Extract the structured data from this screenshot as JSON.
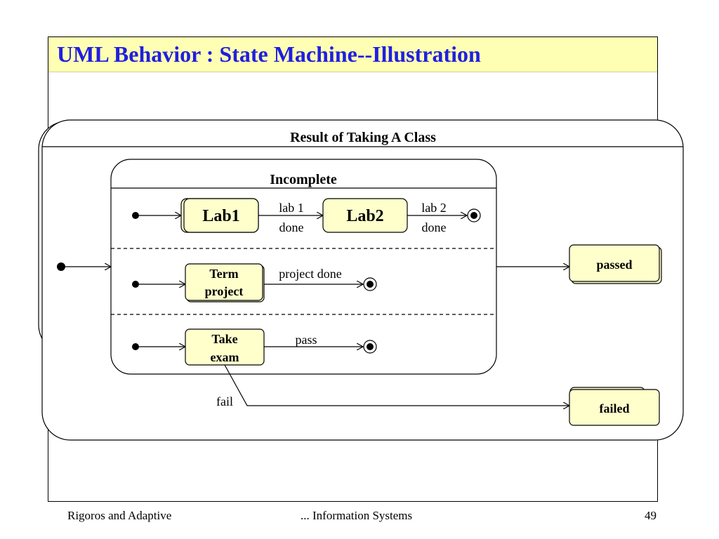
{
  "slide": {
    "title": "UML Behavior : State Machine--Illustration"
  },
  "diagram": {
    "outer_state": {
      "name": "Result of Taking A Class"
    },
    "composite_state": {
      "name": "Incomplete"
    },
    "states": {
      "lab1": "Lab1",
      "lab2": "Lab2",
      "term_project_line1": "Term",
      "term_project_line2": "project",
      "take_exam_line1": "Take",
      "take_exam_line2": "exam",
      "passed": "passed",
      "failed": "failed"
    },
    "transitions": {
      "lab1_done_line1": "lab 1",
      "lab1_done_line2": "done",
      "lab2_done_line1": "lab 2",
      "lab2_done_line2": "done",
      "project_done": "project done",
      "pass": "pass",
      "fail": "fail"
    },
    "colors": {
      "state_fill": "#ffffcc",
      "line": "#000000"
    }
  },
  "footer": {
    "left": "Rigoros and Adaptive",
    "center": "... Information Systems",
    "page_number": "49"
  }
}
